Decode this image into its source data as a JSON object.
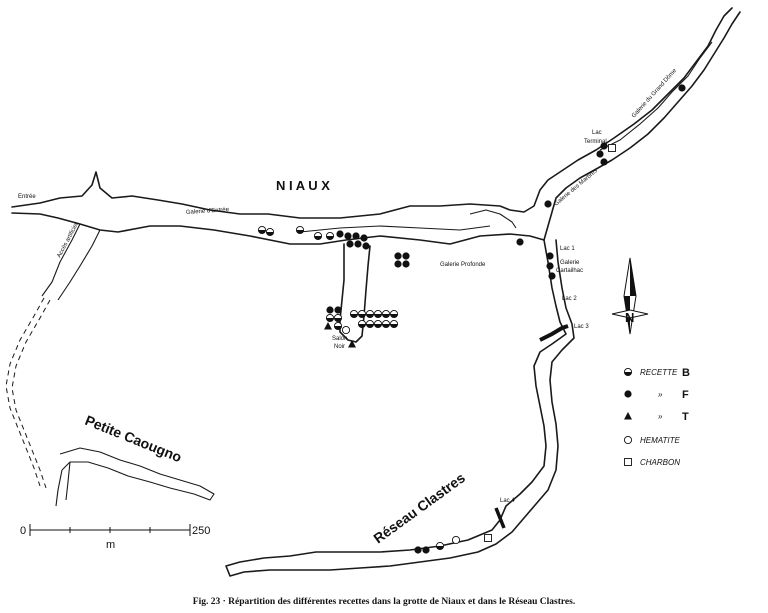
{
  "map": {
    "labels": {
      "niaux": "N I A U X",
      "entree": "Entrée",
      "acces_artificiel": "Accès artificiel",
      "galerie_entree": "Galerie d'Entrée",
      "galerie_profonde": "Galerie Profonde",
      "salon_noir_1": "Salon",
      "salon_noir_2": "Noir",
      "lac_terminal_1": "Lac",
      "lac_terminal_2": "Terminal",
      "galerie_grand_dome": "Galerie du Grand Dôme",
      "galerie_marbres": "Galerie des Marbres",
      "lac1": "Lac 1",
      "galerie_cartailhac_1": "Galerie",
      "galerie_cartailhac_2": "Cartailhac",
      "lac2": "Lac 2",
      "lac3": "Lac 3",
      "lac4": "Lac 4",
      "petite_caougno": "Petite Caougno",
      "reseau_clastres": "Réseau Clastres"
    },
    "compass": {
      "north_letter": "N"
    },
    "scale": {
      "start": "0",
      "end": "250",
      "unit": "m"
    }
  },
  "legend": {
    "recette": "RECETTE",
    "b": "B",
    "ditto": "»",
    "f": "F",
    "ditto2": "»",
    "t": "T",
    "hematite": "HEMATITE",
    "charbon": "CHARBON"
  },
  "caption": "Fig. 23 · Répartition des différentes recettes dans la grotte de Niaux et dans le Réseau Clastres.",
  "colors": {
    "ink": "#111111",
    "paper": "#ffffff"
  }
}
